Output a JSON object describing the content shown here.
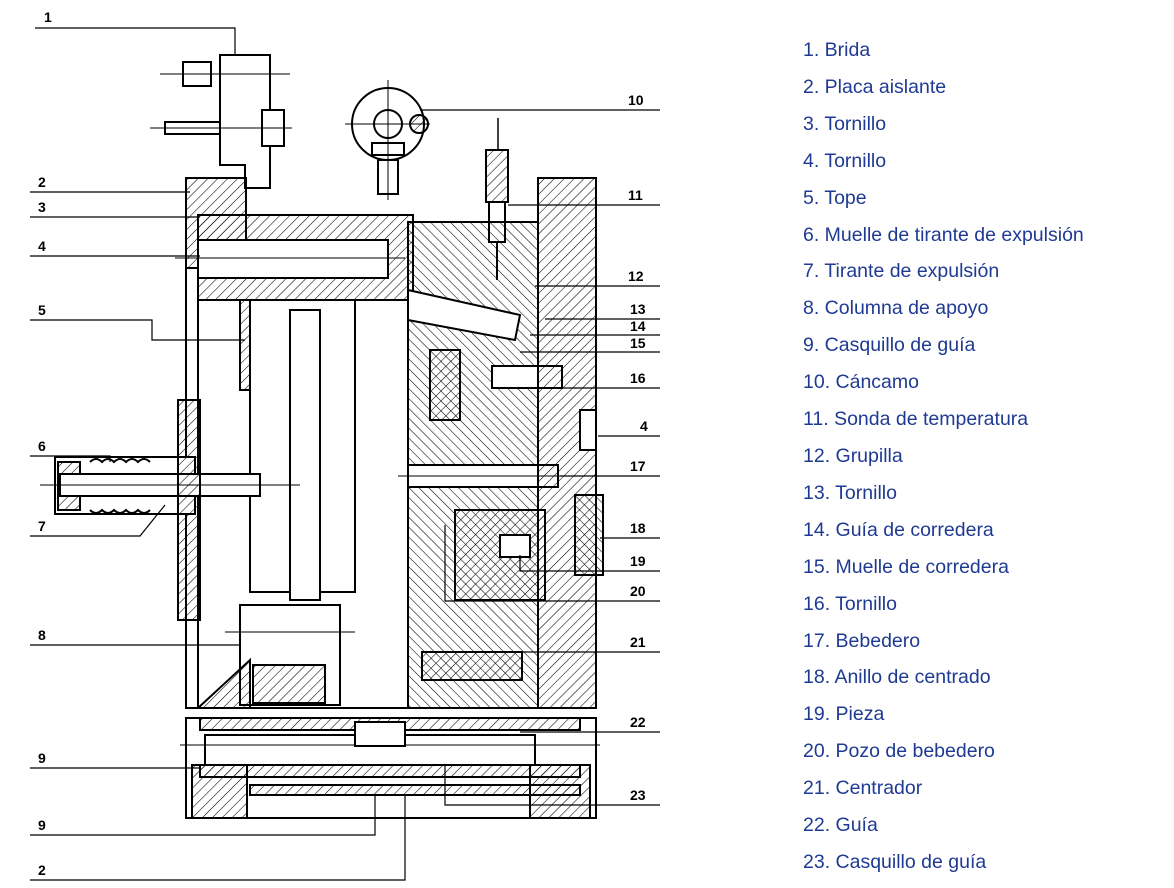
{
  "callouts": [
    "1",
    "2",
    "3",
    "4",
    "5",
    "6",
    "7",
    "8",
    "9",
    "9",
    "2",
    "10",
    "11",
    "12",
    "13",
    "14",
    "15",
    "16",
    "4",
    "17",
    "18",
    "19",
    "20",
    "21",
    "22",
    "23"
  ],
  "legend": [
    "1. Brida",
    "2. Placa aislante",
    "3. Tornillo",
    "4. Tornillo",
    "5. Tope",
    "6. Muelle de tirante de expulsión",
    "7. Tirante de expulsión",
    "8. Columna de apoyo",
    "9. Casquillo de guía",
    "10. Cáncamo",
    "11. Sonda de temperatura",
    "12. Grupilla",
    "13. Tornillo",
    "14. Guía de corredera",
    "15. Muelle de corredera",
    "16. Tornillo",
    "17. Bebedero",
    "18. Anillo de centrado",
    "19. Pieza",
    "20. Pozo de bebedero",
    "21. Centrador",
    "22. Guía",
    "23. Casquillo de guía"
  ],
  "colors": {
    "legend_text": "#1f3a93",
    "line": "#000000"
  }
}
